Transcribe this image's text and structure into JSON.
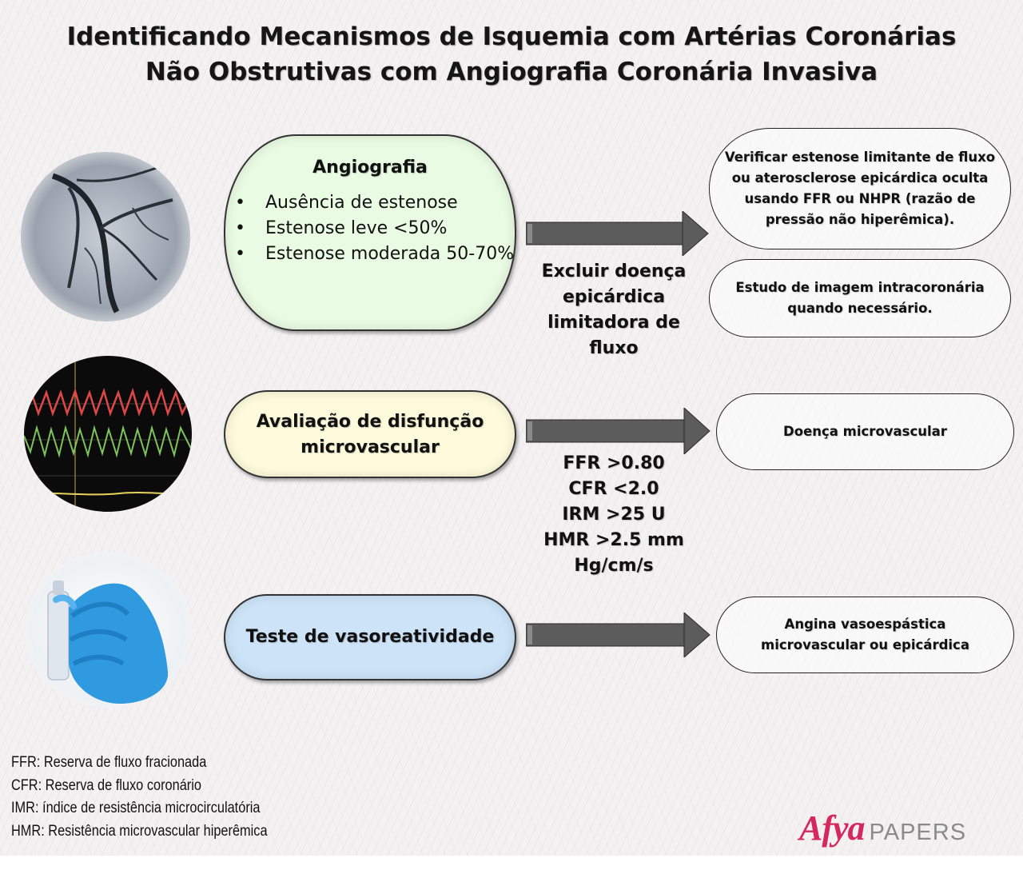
{
  "title": {
    "line1": "Identificando Mecanismos de Isquemia com Artérias Coronárias",
    "line2": "Não Obstrutivas com Angiografia Coronária Invasiva"
  },
  "angiografia": {
    "title": "Angiografia",
    "bullets": [
      "Ausência de estenose",
      "Estenose leve <50%",
      "Estenose moderada 50-70%"
    ]
  },
  "microvascular": {
    "title_line1": "Avaliação de disfunção",
    "title_line2": "microvascular"
  },
  "vasoreatividade": {
    "title": "Teste de vasoreatividade"
  },
  "middle": {
    "excluir": [
      "Excluir doença",
      "epicárdica",
      "limitadora de",
      "fluxo"
    ],
    "criteria": [
      "FFR >0.80",
      "CFR <2.0",
      "IRM >25 U",
      "HMR >2.5 mm",
      "Hg/cm/s"
    ]
  },
  "outcomes": {
    "verificar": "Verificar estenose limitante de fluxo ou aterosclerose epicárdica oculta usando FFR ou NHPR (razão de pressão não hiperêmica).",
    "imagem": "Estudo de imagem intracoronária quando necessário.",
    "doenca_micro": "Doença microvascular",
    "angina": "Angina vasoespástica microvascular ou epicárdica"
  },
  "glossary": [
    "FFR: Reserva de fluxo fracionada",
    "CFR: Reserva de fluxo coronário",
    "IMR: índice de resistência microcirculatória",
    "HMR: Resistência microvascular hiperêmica"
  ],
  "logo": {
    "brand": "Afya",
    "suffix": "PAPERS"
  },
  "colors": {
    "angio_box": "#eafbe3",
    "micro_box": "#fdfbdb",
    "vaso_box": "#cde4f8",
    "arrow": "#5c5c5c",
    "logo_pink": "#d4285e"
  }
}
